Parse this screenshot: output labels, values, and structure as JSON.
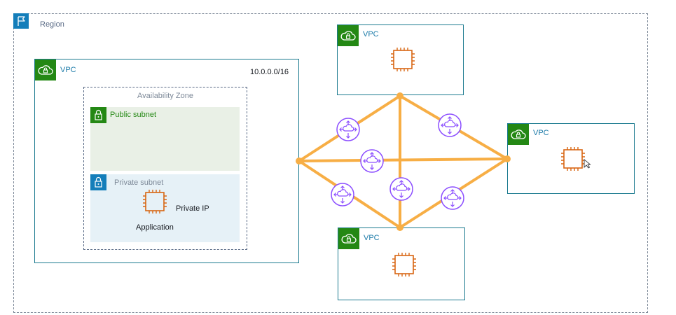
{
  "region": {
    "label": "Region"
  },
  "main_vpc": {
    "label": "VPC",
    "cidr": "10.0.0.0/16"
  },
  "availability_zone": {
    "label": "Availability Zone"
  },
  "public_subnet": {
    "label": "Public subnet"
  },
  "private_subnet": {
    "label": "Private subnet",
    "ip_label": "Private IP",
    "instance_label": "Application"
  },
  "vpcs": [
    {
      "label": "VPC"
    },
    {
      "label": "VPC"
    },
    {
      "label": "VPC"
    }
  ],
  "colors": {
    "region": "#147eba",
    "vpc": "#248814",
    "vpc_border": "#1b7a8f",
    "ec2": "#d86613",
    "peering_line": "#f7ae45",
    "peering_icon": "#8c4fff"
  },
  "icons": {
    "region": "flag-icon",
    "vpc": "cloud-lock-icon",
    "subnet": "lock-icon",
    "instance": "ec2-instance-icon",
    "peering": "peering-connection-icon"
  }
}
